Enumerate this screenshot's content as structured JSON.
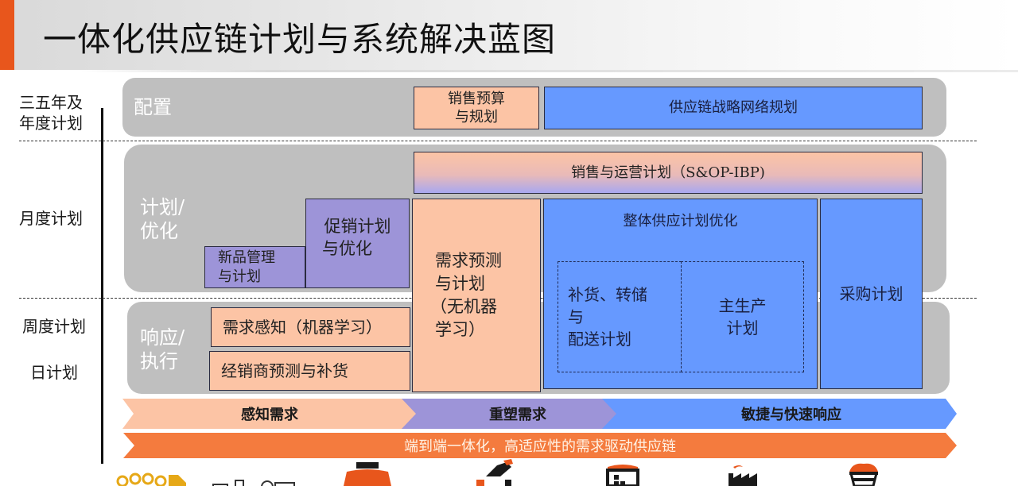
{
  "header": {
    "title": "一体化供应链计划与系统解决蓝图",
    "accent_color": "#e8561c"
  },
  "timeline": {
    "labels": [
      {
        "text_line1": "三五年及",
        "text_line2": "年度计划"
      },
      {
        "text": "月度计划"
      },
      {
        "text": "周度计划"
      },
      {
        "text": "日计划"
      }
    ]
  },
  "bands": {
    "config": {
      "label": "配置"
    },
    "plan": {
      "label_line1": "计划/",
      "label_line2": "优化"
    },
    "respond": {
      "label_line1": "响应/",
      "label_line2": "执行"
    }
  },
  "boxes": {
    "sales_budget": {
      "line1": "销售预算",
      "line2": "与规划"
    },
    "network_planning": {
      "text": "供应链战略网络规划"
    },
    "sop": {
      "text": "销售与运营计划（S&OP-IBP)"
    },
    "new_product": {
      "line1": "新品管理",
      "line2": "与计划"
    },
    "promotion": {
      "line1": "促销计划",
      "line2": "与优化"
    },
    "demand_forecast": {
      "line1": "需求预测",
      "line2": "与计划",
      "line3": "（无机器",
      "line4": "学习）"
    },
    "supply_optimization": {
      "text": "整体供应计划优化"
    },
    "replenishment": {
      "line1": "补货、转储",
      "line2": "与",
      "line3": "配送计划"
    },
    "master_production": {
      "line1": "主生产",
      "line2": "计划"
    },
    "procurement": {
      "text": "采购计划"
    },
    "demand_sensing": {
      "text": "需求感知（机器学习）"
    },
    "distributor": {
      "text": "经销商预测与补货"
    }
  },
  "arrows": {
    "sense": {
      "text": "感知需求",
      "color": "#fcc4a5"
    },
    "reshape": {
      "text": "重塑需求",
      "color": "#9d94d8"
    },
    "agile": {
      "text": "敏捷与快速响应",
      "color": "#6699ff"
    },
    "end_to_end": {
      "text": "端到端一体化，高适应性的需求驱动供应链",
      "color": "#f47b3e"
    }
  },
  "icons": [
    "people-tag-icon",
    "devices-icon",
    "store-icon",
    "handshake-icon",
    "warehouse-icon",
    "factory-icon",
    "basket-icon"
  ],
  "colors": {
    "peach": "#fcc4a5",
    "blue": "#6699ff",
    "purple": "#9d94d8",
    "band_gray": "#bfbfbf",
    "orange": "#f47b3e"
  }
}
